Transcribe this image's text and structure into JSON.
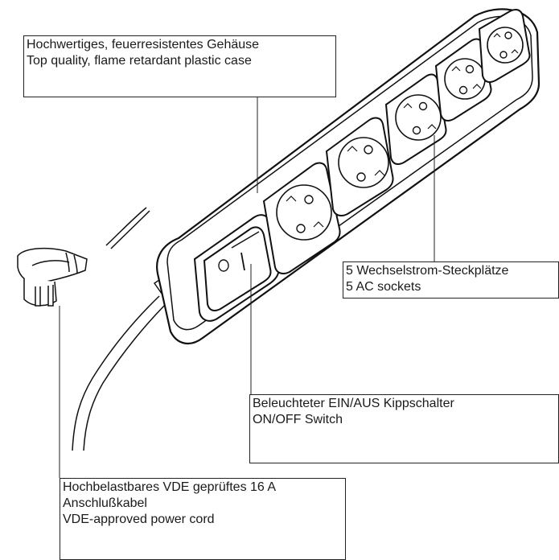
{
  "callouts": {
    "case": {
      "line1": "Hochwertiges, feuerresistentes Gehäuse",
      "line2": "Top quality, flame retardant plastic case"
    },
    "sockets": {
      "line1": "5 Wechselstrom-Steckplätze",
      "line2": "5 AC sockets"
    },
    "switch": {
      "line1": "Beleuchteter EIN/AUS Kippschalter",
      "line2": "ON/OFF Switch"
    },
    "cord": {
      "line1": "Hochbelastbares VDE geprüftes 16 A",
      "line2": "Anschlußkabel",
      "line3": "VDE-approved power cord"
    }
  },
  "illustration": {
    "subject": "power-strip",
    "socket_count": 5,
    "line_color": "#111111",
    "fill_color": "#ffffff"
  }
}
